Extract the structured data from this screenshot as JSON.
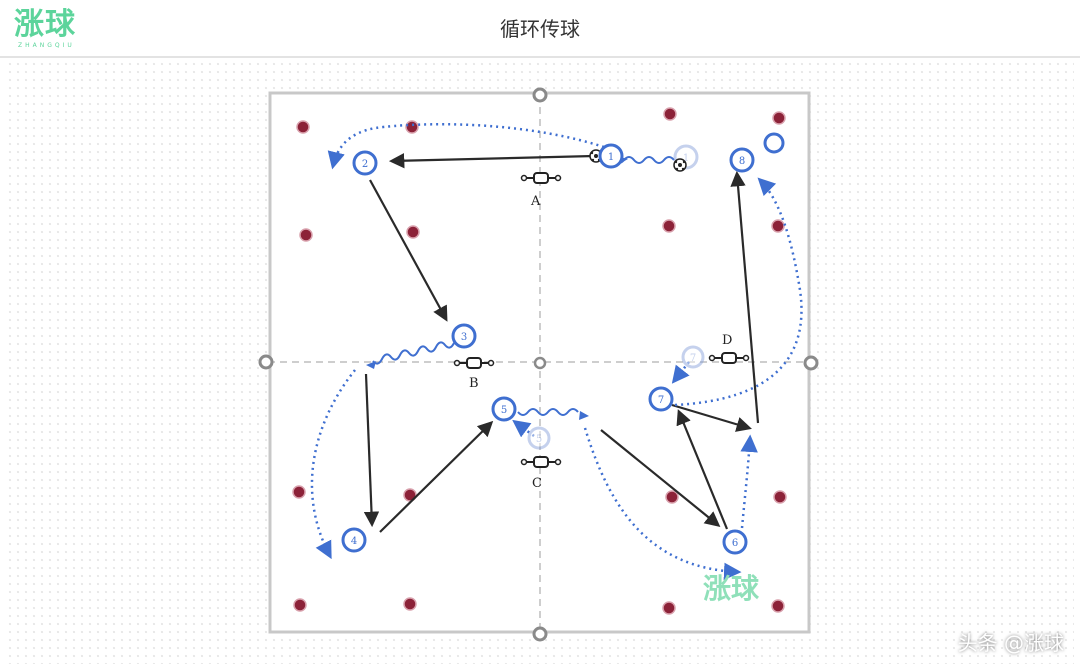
{
  "header": {
    "logo_text": "涨球",
    "logo_sub": "ZHANGQIU",
    "title": "循环传球"
  },
  "diagram": {
    "cones": [
      "A",
      "B",
      "C",
      "D"
    ],
    "players": {
      "p1": "1",
      "p2": "2",
      "p3": "3",
      "p4": "4",
      "p5": "5",
      "p6": "6",
      "p7": "7",
      "p8": "8",
      "p1_ghost": "1",
      "p5_ghost": "5",
      "p7_ghost": "7"
    },
    "field_logo": "涨球"
  },
  "watermark": "头条 @涨球",
  "colors": {
    "player": "#3f6fd0",
    "marker": "#8c2238",
    "arrow": "#2a2a2a",
    "logo_green": "#5cd49b"
  }
}
